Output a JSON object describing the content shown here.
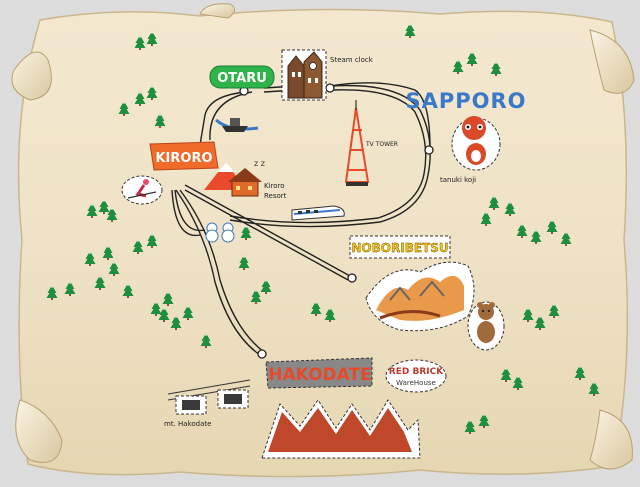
{
  "places": {
    "otaru": "OTARU",
    "sapporo": "SAPPORO",
    "kiroro": "KIRORO",
    "noboribetsu": "NOBORIBETSU",
    "hakodate": "HAKODATE",
    "steam_clock": "Steam clock",
    "tv_tower": "TV TOWER",
    "tanuki_koji": "tanuki koji",
    "kiroro_resort_1": "Kiroro",
    "kiroro_resort_2": "Resort",
    "red_brick_1": "RED BRICK",
    "red_brick_2": "WareHouse",
    "mt_hakodate": "mt. Hakodate"
  },
  "colors": {
    "otaru": "#2fb34a",
    "sapporo": "#3a78c9",
    "kiroro": "#f06a2a",
    "noboribetsu": "#f2c318",
    "hakodate_bg": "#888888",
    "hakodate_text": "#e8492c",
    "red_brick": "#c0392b",
    "tree": "#1e8f3e",
    "parchment": "#efe2c6"
  },
  "icons": [
    "steam-clock-icon",
    "tv-tower-icon",
    "tanuki-icon",
    "skier-icon",
    "resort-icon",
    "train-icon",
    "ropeway-icon",
    "bear-icon",
    "mountains-icon",
    "valley-icon",
    "ship-icon",
    "snowman-icon"
  ]
}
